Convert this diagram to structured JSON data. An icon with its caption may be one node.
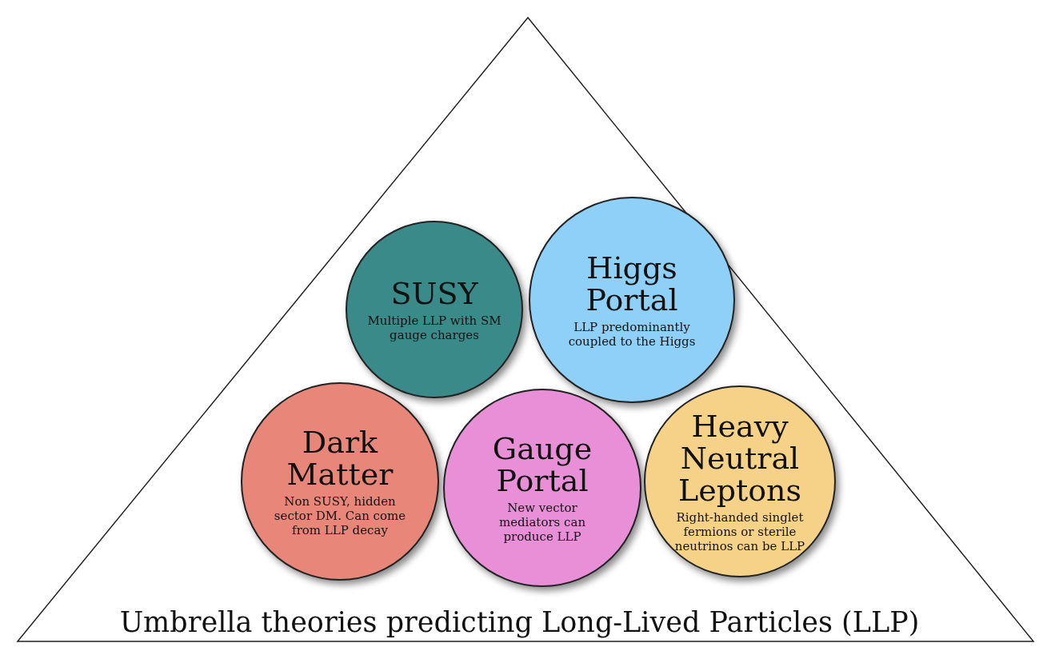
{
  "diagram": {
    "nodes": [
      {
        "text": [
          "Umbrella theories predicting Long-Lived Particles (LLP)"
        ]
      },
      {
        "text": [
          "SUSY",
          "Multiple LLP with SM gauge charges"
        ],
        "in": 0
      },
      {
        "text": [
          "Higgs Portal",
          "LLP predominantly coupled to the Higgs"
        ],
        "in": 0
      },
      {
        "text": [
          "Dark Matter",
          "Non SUSY, hidden sector DM. Can come from LLP decay"
        ],
        "in": 0
      },
      {
        "text": [
          "Gauge Portal",
          "New vector mediators can produce LLP"
        ],
        "in": 0
      },
      {
        "text": [
          "Heavy Neutral Leptons",
          "Right-handed singlet fermions or sterile neutrinos can be LLP"
        ],
        "in": 0
      }
    ],
    "edges": []
  }
}
